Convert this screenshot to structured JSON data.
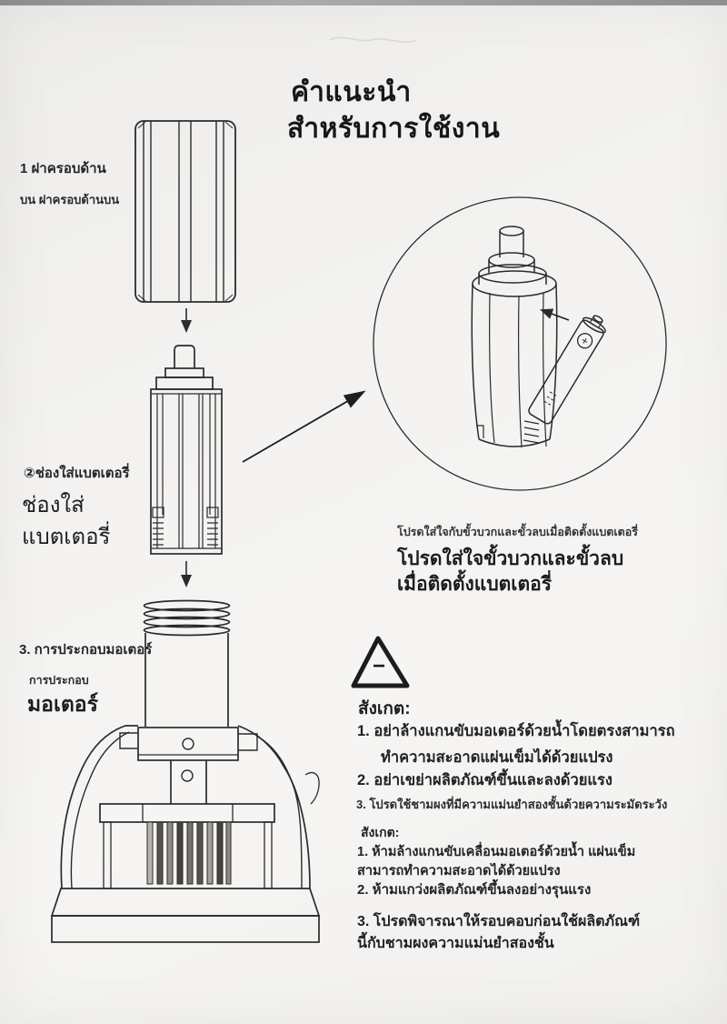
{
  "document": {
    "title_line1": "คำแนะนำ",
    "title_line2": "สำหรับการใช้งาน"
  },
  "part_labels": {
    "part1_line1": "1 ฝาครอบด้าน",
    "part1_line2": "บน ฝาครอบด้านบน",
    "part2_caption": "②ช่องใส่แบตเตอรี่",
    "part2_line1": "ช่องใส่",
    "part2_line2": "แบตเตอรี่",
    "part3_caption": "3. การประกอบมอเตอร์",
    "part3_line1": "การประกอบ",
    "part3_line2": "มอเตอร์"
  },
  "battery_note": {
    "caption": "โปรดใส่ใจกับขั้วบวกและขั้วลบเมื่อติดตั้งแบตเตอรี่",
    "line1": "โปรดใส่ใจขั้วบวกและขั้วลบ",
    "line2": "เมื่อติดตั้งแบตเตอรี่",
    "battery_polarity": "+"
  },
  "warning": {
    "triangle_symbol": "−"
  },
  "notice_primary": {
    "heading": "สังเกต:",
    "item1_line1": "1. อย่าล้างแกนขับมอเตอร์ด้วยน้ำโดยตรงสามารถ",
    "item1_line2": "ทำความสะอาดแผ่นเข็มได้ด้วยแปรง",
    "item2": "2. อย่าเขย่าผลิตภัณฑ์ขึ้นและลงด้วยแรง",
    "item3": "3. โปรดใช้ชามผงที่มีความแม่นยำสองชั้นด้วยความระมัดระวัง"
  },
  "notice_secondary": {
    "heading": "สังเกต:",
    "item1_line1": "1. ห้ามล้างแกนขับเคลื่อนมอเตอร์ด้วยน้ำ แผ่นเข็ม",
    "item1_line2": "สามารถทำความสะอาดได้ด้วยแปรง",
    "item2": "2. ห้ามแกว่งผลิตภัณฑ์ขึ้นลงอย่างรุนแรง",
    "item3_line1": "3. โปรดพิจารณาให้รอบคอบก่อนใช้ผลิตภัณฑ์",
    "item3_line2": "นี้กับชามผงความแม่นยำสองชั้น"
  },
  "colors": {
    "paper": "#f2f1ef",
    "ink": "#2b2b2b",
    "top_strip": "#9a9a9a"
  }
}
